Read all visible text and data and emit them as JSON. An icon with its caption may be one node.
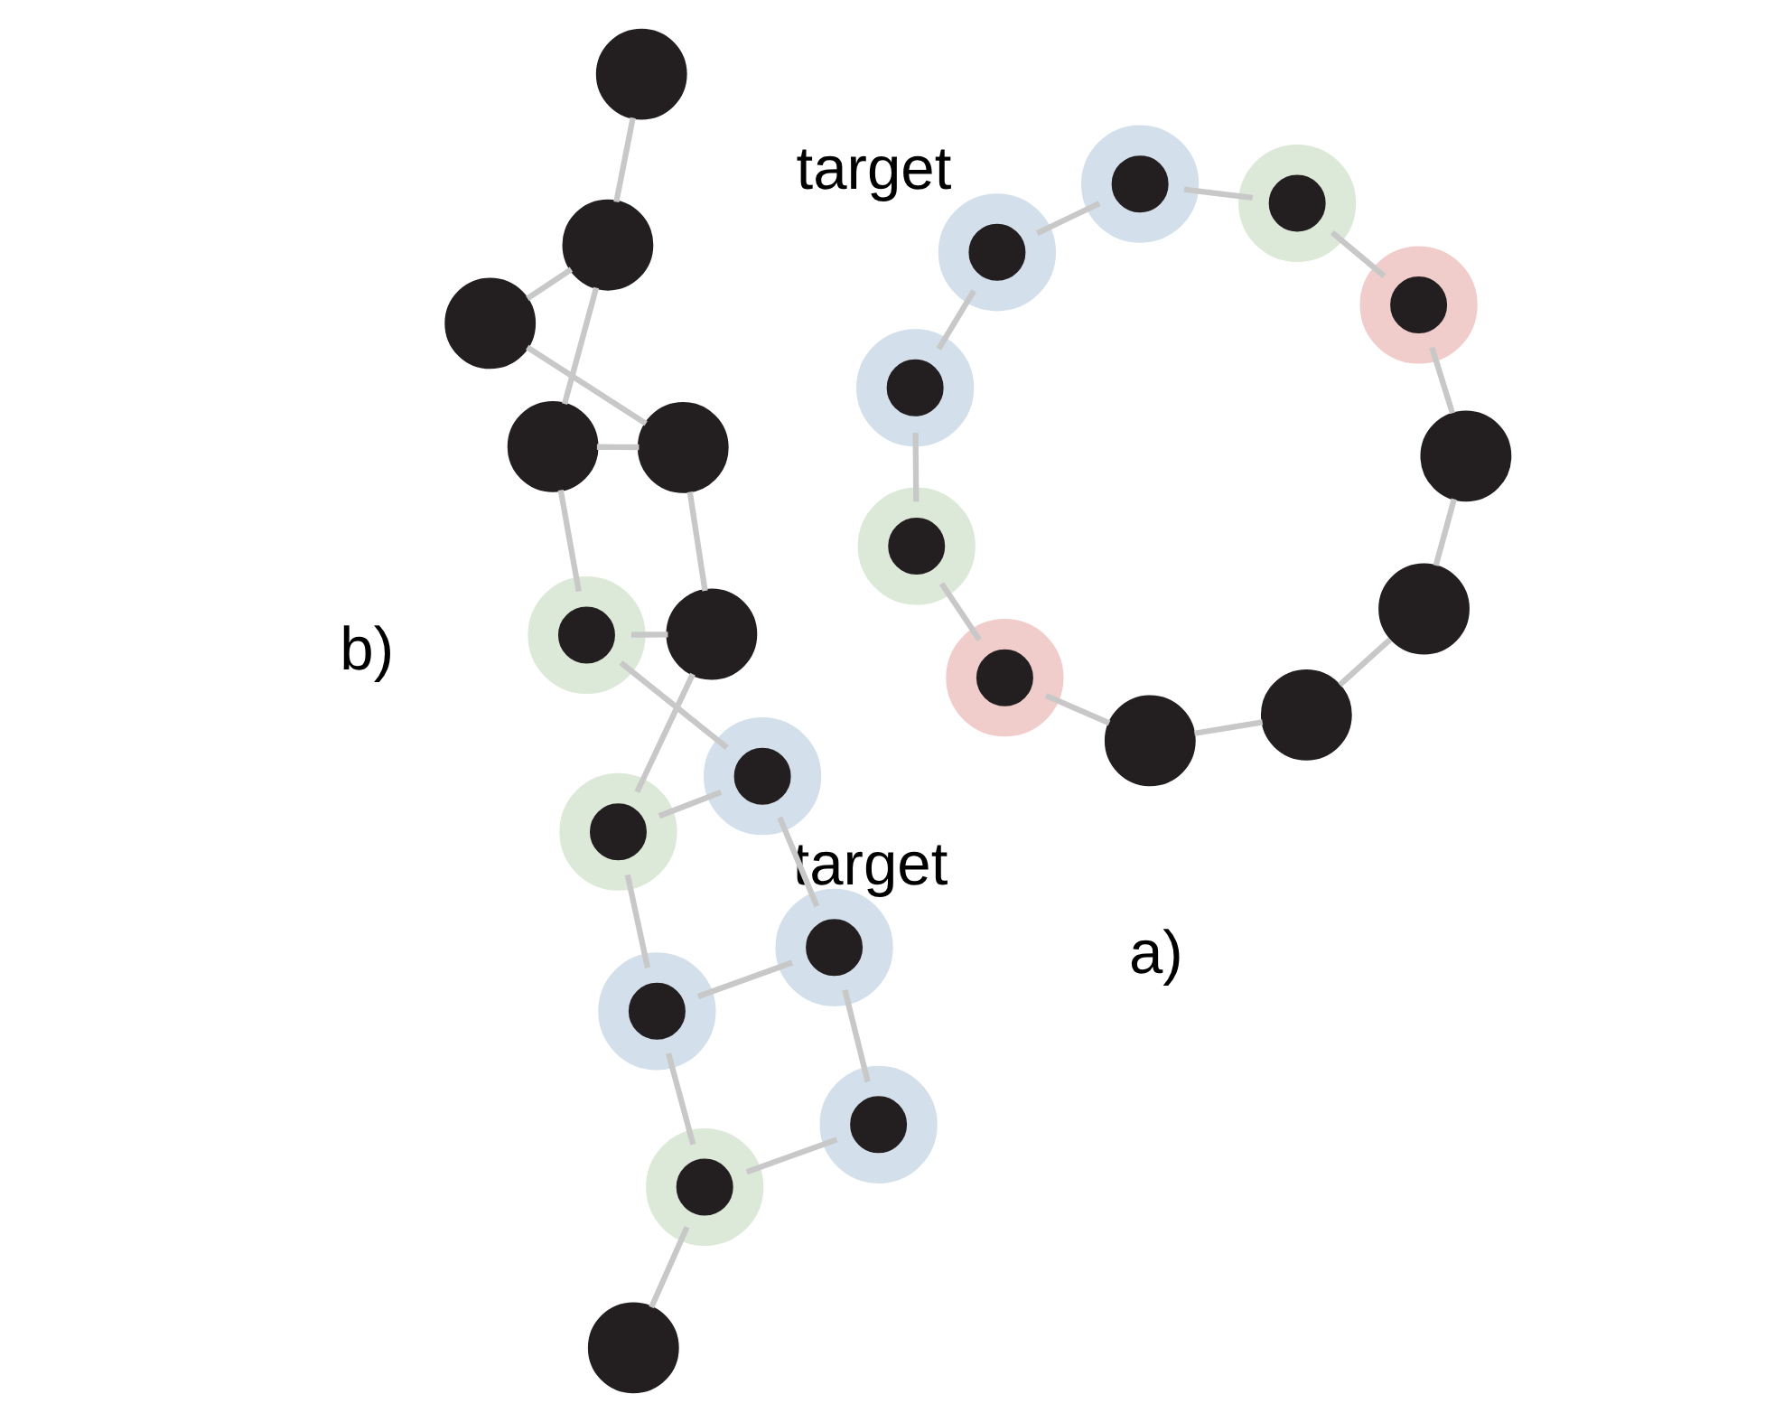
{
  "diagram": {
    "nodes": [
      {
        "text": [],
        "shape": "circle",
        "beside": [
          "target"
        ]
      },
      {
        "text": [],
        "shape": "circle"
      },
      {
        "text": [],
        "shape": "circle"
      },
      {
        "text": [],
        "shape": "circle"
      },
      {
        "text": [],
        "shape": "circle"
      },
      {
        "text": [],
        "shape": "circle"
      },
      {
        "text": [],
        "shape": "circle"
      },
      {
        "text": [],
        "shape": "circle"
      },
      {
        "text": [],
        "shape": "circle"
      },
      {
        "text": [],
        "shape": "circle"
      },
      {
        "text": [],
        "shape": "circle"
      },
      {
        "text": [],
        "shape": "circle"
      },
      {
        "text": [],
        "shape": "circle"
      },
      {
        "text": [],
        "shape": "circle"
      },
      {
        "text": [],
        "shape": "circle"
      },
      {
        "text": [],
        "shape": "circle"
      },
      {
        "text": [],
        "shape": "circle"
      },
      {
        "text": [],
        "shape": "circle"
      },
      {
        "text": [],
        "shape": "circle"
      },
      {
        "text": [],
        "shape": "circle",
        "beside": [
          "target"
        ]
      },
      {
        "text": [],
        "shape": "circle"
      },
      {
        "text": [],
        "shape": "circle"
      },
      {
        "text": [],
        "shape": "circle"
      },
      {
        "text": [],
        "shape": "circle"
      },
      {
        "text": [],
        "shape": "circle"
      }
    ],
    "edges": [
      {
        "from": 0,
        "to": 2,
        "arrow": "none"
      },
      {
        "from": 2,
        "to": 4,
        "arrow": "none"
      },
      {
        "from": 4,
        "to": 6,
        "arrow": "none"
      },
      {
        "from": 6,
        "to": 8,
        "arrow": "none"
      },
      {
        "from": 8,
        "to": 10,
        "arrow": "none"
      },
      {
        "from": 10,
        "to": 9,
        "arrow": "none"
      },
      {
        "from": 9,
        "to": 7,
        "arrow": "none"
      },
      {
        "from": 7,
        "to": 5,
        "arrow": "none"
      },
      {
        "from": 5,
        "to": 3,
        "arrow": "none"
      },
      {
        "from": 3,
        "to": 1,
        "arrow": "none"
      },
      {
        "from": 1,
        "to": 0,
        "arrow": "none"
      },
      {
        "from": 11,
        "to": 12,
        "arrow": "none"
      },
      {
        "from": 12,
        "to": 13,
        "arrow": "none"
      },
      {
        "from": 13,
        "to": 14,
        "arrow": "none"
      },
      {
        "from": 14,
        "to": 15,
        "arrow": "none"
      },
      {
        "from": 15,
        "to": 16,
        "arrow": "none"
      },
      {
        "from": 16,
        "to": 17,
        "arrow": "none"
      },
      {
        "from": 18,
        "to": 19,
        "arrow": "none"
      },
      {
        "from": 19,
        "to": 20,
        "arrow": "none"
      },
      {
        "from": 20,
        "to": 21,
        "arrow": "none"
      },
      {
        "from": 21,
        "to": 22,
        "arrow": "none"
      },
      {
        "from": 22,
        "to": 23,
        "arrow": "none"
      },
      {
        "from": 23,
        "to": 24,
        "arrow": "none"
      },
      {
        "from": 12,
        "to": 18,
        "arrow": "none"
      },
      {
        "from": 13,
        "to": 19,
        "arrow": "none"
      },
      {
        "from": 14,
        "to": 20,
        "arrow": "none"
      },
      {
        "from": 15,
        "to": 21,
        "arrow": "none"
      },
      {
        "from": 16,
        "to": 22,
        "arrow": "none"
      },
      {
        "from": 17,
        "to": 23,
        "arrow": "none"
      }
    ],
    "labels": [
      "a)",
      "b)"
    ]
  }
}
